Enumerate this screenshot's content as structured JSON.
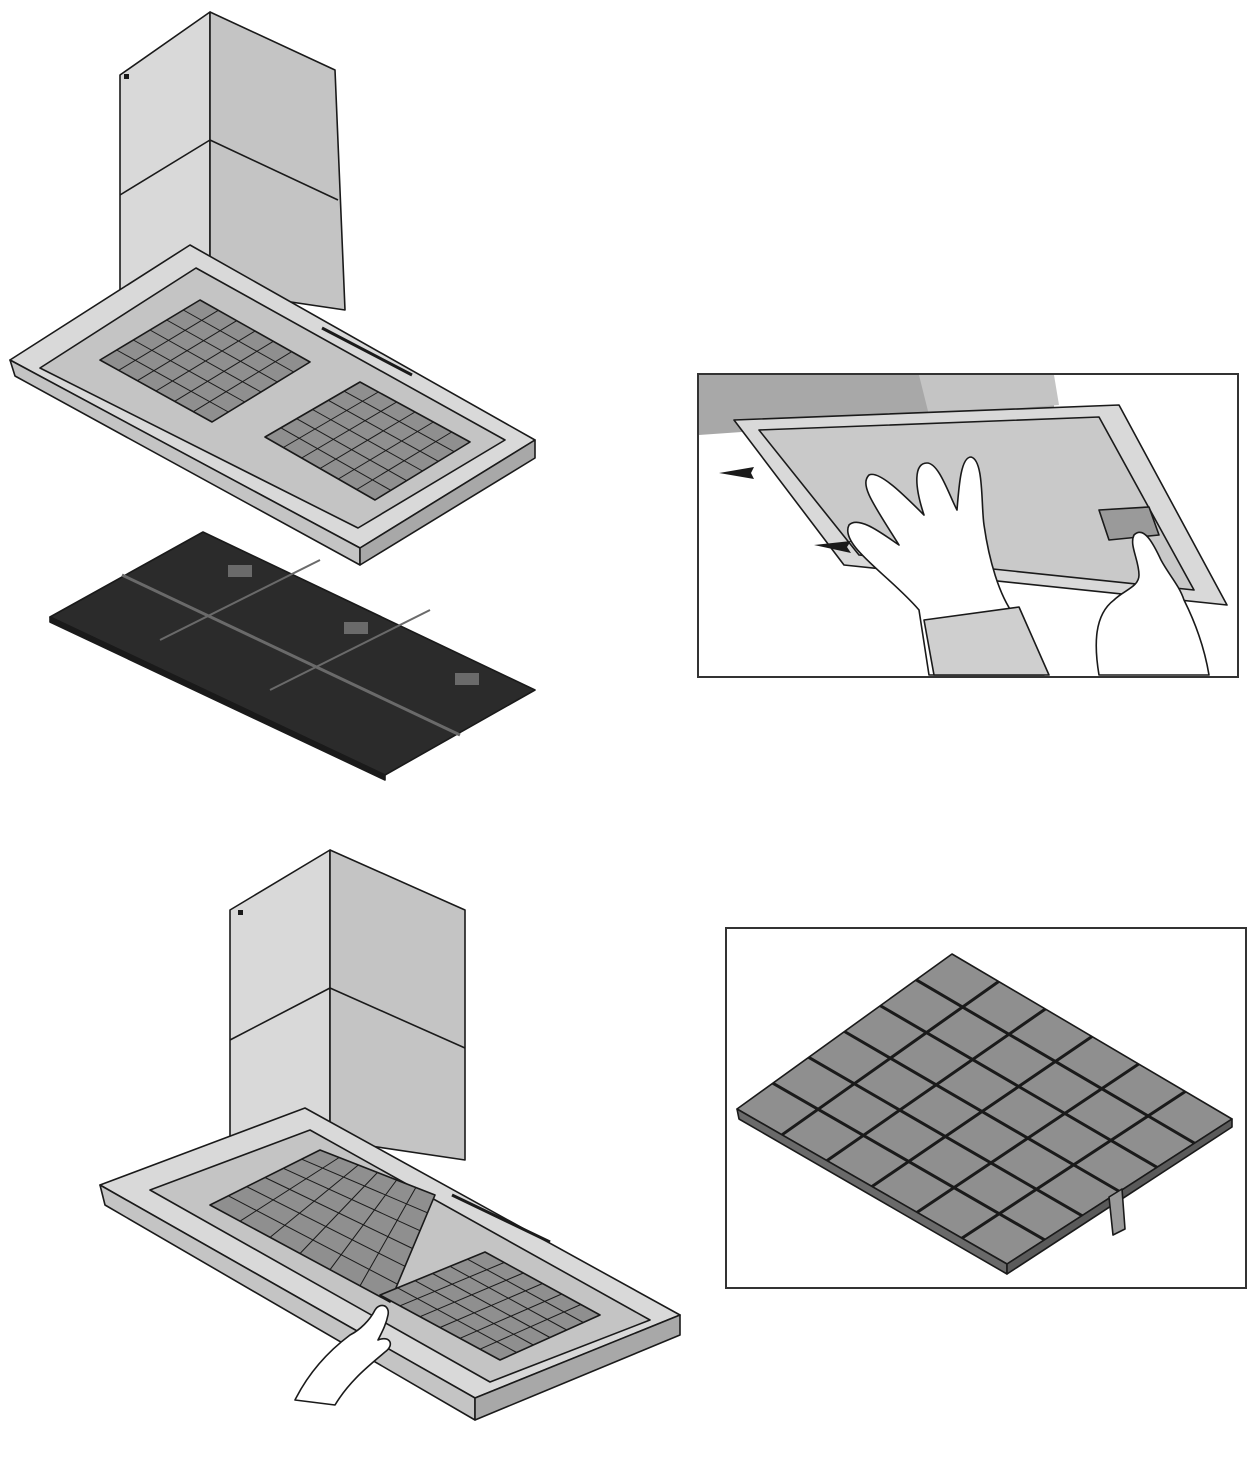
{
  "palette": {
    "steel_light": "#d9d9d9",
    "steel_mid": "#c4c4c4",
    "steel_dark": "#a8a8a8",
    "filter_dark": "#2b2b2b",
    "grease_filter": "#8f8f8f",
    "outline": "#1a1a1a",
    "skin": "#ffffff"
  },
  "figures": [
    {
      "id": "hood-with-carbon-filter",
      "icons": [
        "hood-icon",
        "carbon-filter-icon"
      ]
    },
    {
      "id": "detail-removing-panel",
      "icons": [
        "hand-icon",
        "arrow-icon"
      ]
    },
    {
      "id": "hood-removing-grease-filter",
      "icons": [
        "hood-icon",
        "hand-icon"
      ]
    },
    {
      "id": "grease-filter-closeup",
      "icons": [
        "grease-filter-icon"
      ]
    }
  ]
}
